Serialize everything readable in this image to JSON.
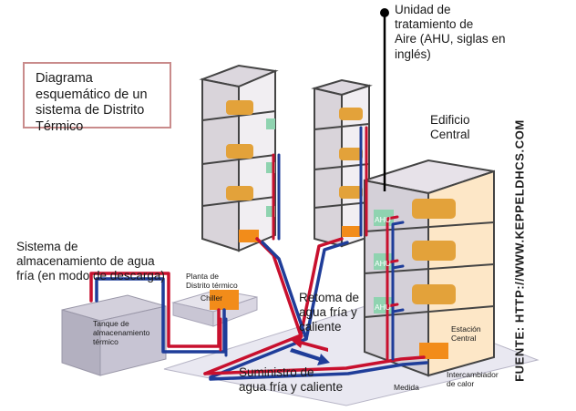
{
  "title": "Diagrama\nesquemático de un\nsistema de Distrito\nTérmico",
  "labels": {
    "ahu_callout": "Unidad de\ntratamiento de\nAire (AHU, siglas en\ninglés)",
    "central_building": "Edificio\nCentral",
    "storage_system": "Sistema de\nalmacenamiento de agua\nfría (en modo de descarga)",
    "plant": "Planta de\nDistrito térmico",
    "chiller": "Chiller",
    "tank": "Tanque de\nalmacenamiento\ntérmico",
    "return": "Retoma de\nagua fría y\ncaliente",
    "supply": "Suministro de\nagua fría y caliente",
    "station": "Estación\nCentral",
    "meter": "Medida",
    "heat_exchanger": "Intercambiador\nde calor",
    "ahu_unit": "AHU"
  },
  "source": "FUENTE: HTTP://WWW.KEPPELDHCS.COM",
  "colors": {
    "hot_pipe": "#c8102e",
    "cold_pipe": "#1f3d99",
    "title_border": "#c98b8b",
    "tower_fill": "#f1eef2",
    "tower_edge": "#444444",
    "unit_green": "#8fd3b0",
    "equipment_orange": "#f28c1a",
    "building_glow": "#fde7c7",
    "callout_line": "#000000"
  }
}
